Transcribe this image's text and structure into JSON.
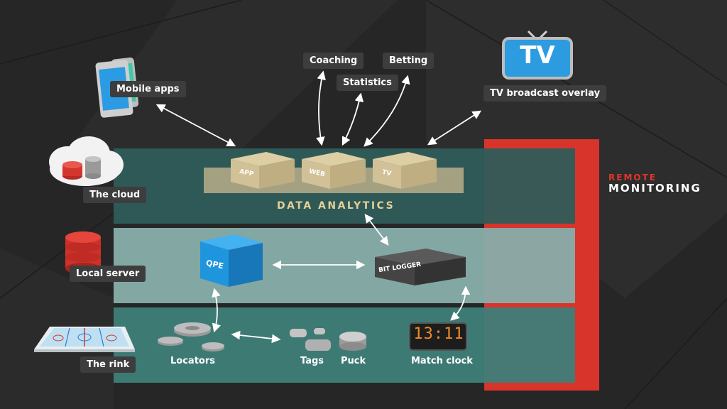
{
  "labels": {
    "mobile_apps": "Mobile apps",
    "coaching": "Coaching",
    "betting": "Betting",
    "statistics": "Statistics",
    "tv_broadcast_overlay": "TV broadcast overlay",
    "the_cloud": "The cloud",
    "local_server": "Local server",
    "the_rink": "The rink",
    "locators": "Locators",
    "tags": "Tags",
    "puck": "Puck",
    "match_clock": "Match clock"
  },
  "analytics": {
    "title": "DATA ANALYTICS",
    "boxes": [
      "APP",
      "WEB",
      "TV"
    ]
  },
  "qpe": "QPE",
  "bit_logger": "BIT LOGGER",
  "tv_icon_text": "TV",
  "clock_display": "13:11",
  "remote_monitoring": {
    "line1": "REMOTE",
    "line2": "MONITORING"
  },
  "colors": {
    "background": "#262626",
    "band_top": "#2f5c58",
    "band_middle": "#88aeaa",
    "band_bottom": "#3f7e78",
    "accent_red": "#d8342b",
    "qpe_blue": "#1f95dd",
    "tv_blue": "#2c9be0",
    "analytics_text": "#e2cf9a"
  }
}
